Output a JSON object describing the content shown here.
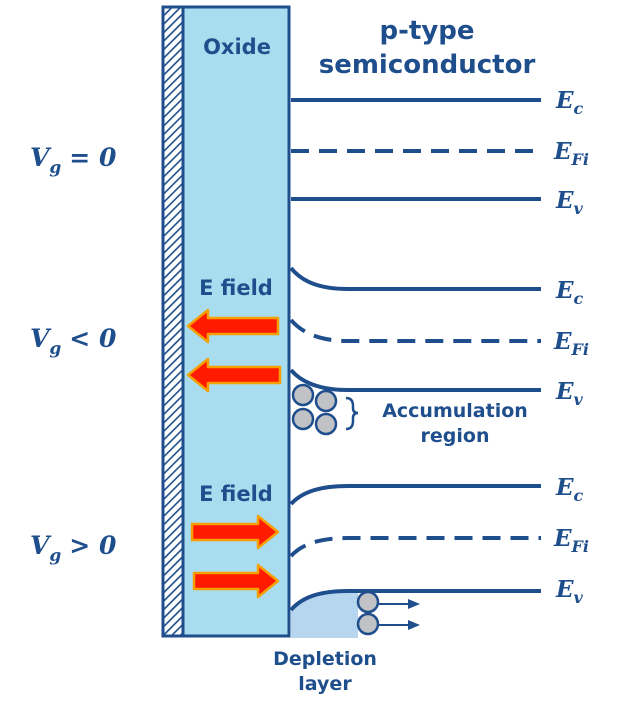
{
  "oxide_label": "Oxide",
  "semiconductor_label_line1": "p-type",
  "semiconductor_label_line2": "semiconductor",
  "efield_label": "E field",
  "accumulation_label_line1": "Accumulation",
  "accumulation_label_line2": "region",
  "depletion_label_line1": "Depletion",
  "depletion_label_line2": "layer",
  "rows": [
    {
      "gate_base": "V",
      "gate_sub": "g",
      "gate_rel": "= 0",
      "ec_base": "E",
      "ec_sub": "c",
      "efi_base": "E",
      "efi_sub": "Fi",
      "ev_base": "E",
      "ev_sub": "v"
    },
    {
      "gate_base": "V",
      "gate_sub": "g",
      "gate_rel": "< 0",
      "ec_base": "E",
      "ec_sub": "c",
      "efi_base": "E",
      "efi_sub": "Fi",
      "ev_base": "E",
      "ev_sub": "v"
    },
    {
      "gate_base": "V",
      "gate_sub": "g",
      "gate_rel": "> 0",
      "ec_base": "E",
      "ec_sub": "c",
      "efi_base": "E",
      "efi_sub": "Fi",
      "ev_base": "E",
      "ev_sub": "v"
    }
  ],
  "colors": {
    "line": "#1f4e8c",
    "oxide_fill": "#a9dcee",
    "arrow_fill": "#ff1a00",
    "arrow_stroke": "#f5a000",
    "hole_fill": "#c0c2c6",
    "hole_stroke": "#1f4e8c",
    "depletion_fill": "#b6d6f0"
  }
}
